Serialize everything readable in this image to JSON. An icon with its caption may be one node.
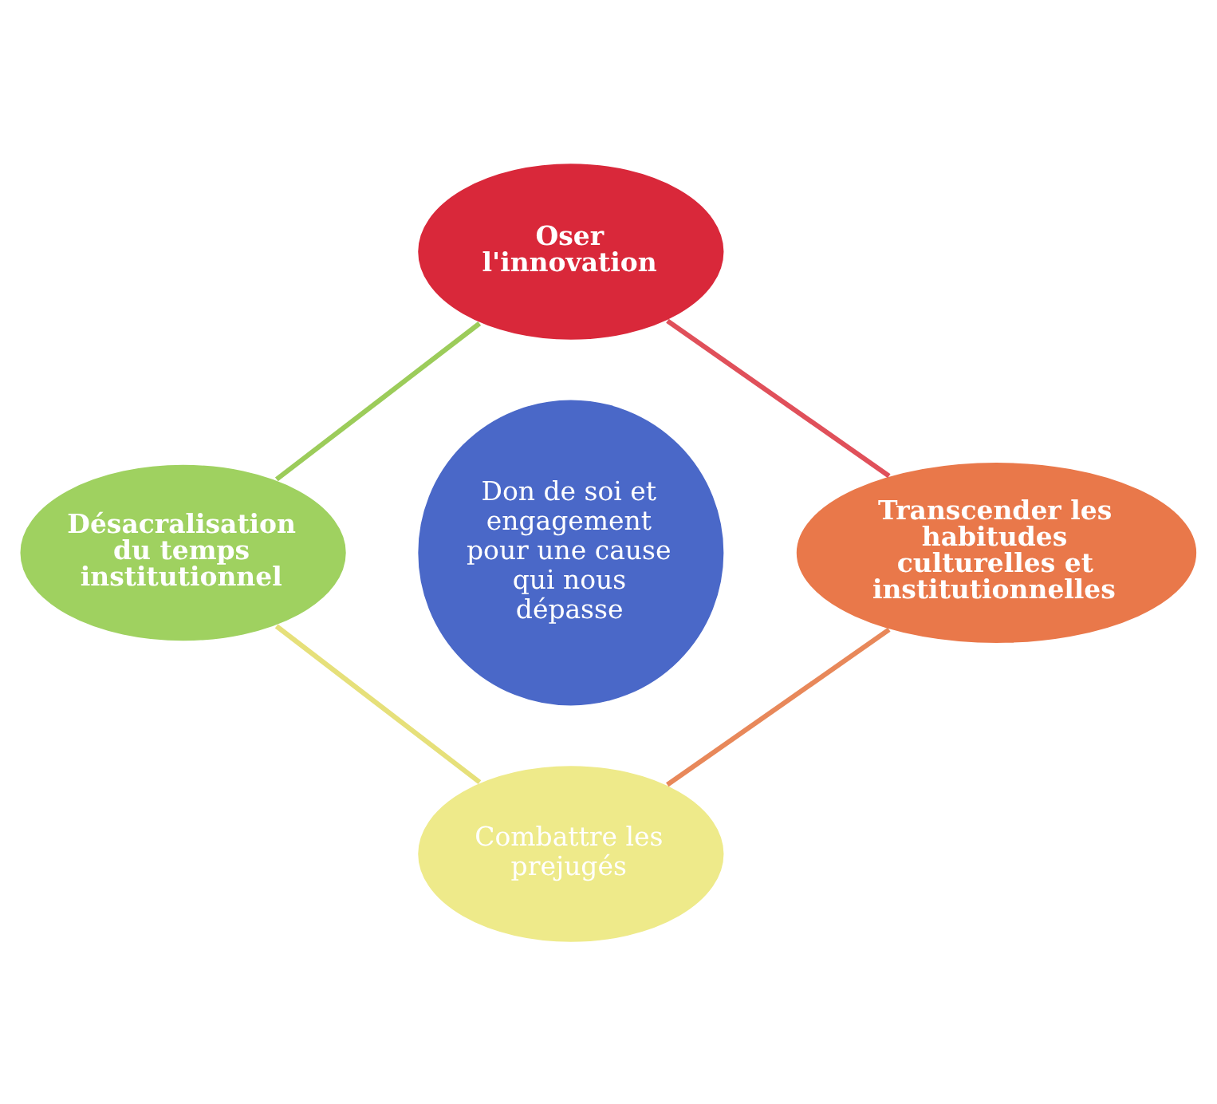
{
  "diagram": {
    "nodes": [
      {
        "text": [
          "Oser l'innovation"
        ]
      },
      {
        "text": [
          "Transcender les habitudes culturelles et institutionnelles"
        ]
      },
      {
        "text": [
          "Combattre les prejugés"
        ]
      },
      {
        "text": [
          "Désacralisation du temps institutionnel"
        ]
      },
      {
        "text": [
          "Don de soi et engagement pour une cause qui nous dépasse"
        ]
      }
    ],
    "edges": [
      {
        "from": 0,
        "to": 1,
        "arrow": "none",
        "color": "#e0505a"
      },
      {
        "from": 1,
        "to": 2,
        "arrow": "none",
        "color": "#e8885a"
      },
      {
        "from": 2,
        "to": 3,
        "arrow": "none",
        "color": "#e6e07a"
      },
      {
        "from": 3,
        "to": 0,
        "arrow": "none",
        "color": "#9ccc5a"
      }
    ]
  }
}
